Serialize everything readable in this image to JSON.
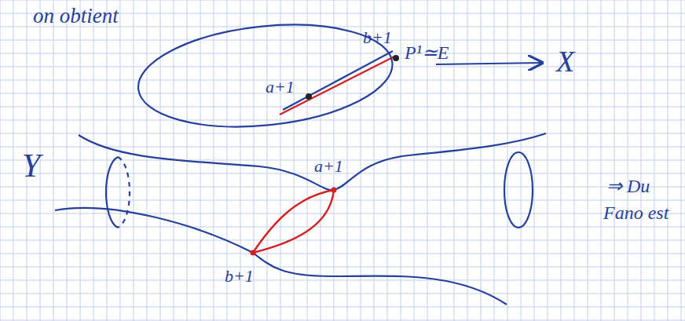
{
  "diagram": {
    "nodes": [
      {
        "text": [
          "a+1",
          "b+1",
          "P¹≃E"
        ]
      }
    ],
    "labels": [
      "on obtient",
      "X",
      "Y",
      "a+1",
      "b+1",
      "⇒ Du",
      "Fano est"
    ]
  }
}
